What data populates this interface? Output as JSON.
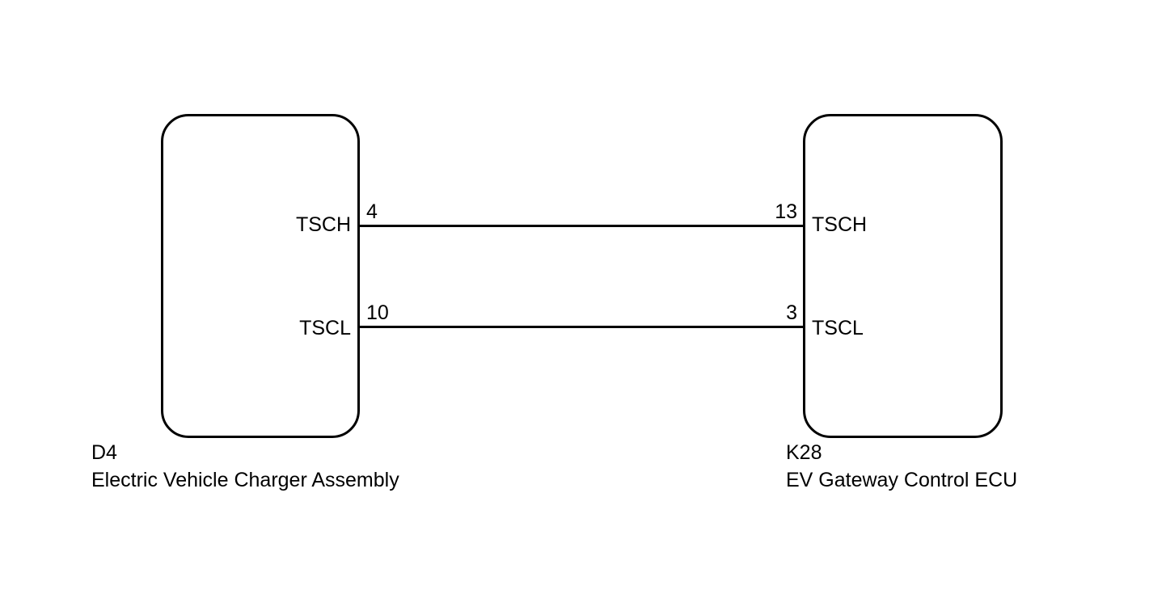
{
  "left_component": {
    "code": "D4",
    "name": "Electric Vehicle Charger Assembly",
    "signals": [
      {
        "label": "TSCH",
        "pin": "4"
      },
      {
        "label": "TSCL",
        "pin": "10"
      }
    ]
  },
  "right_component": {
    "code": "K28",
    "name": "EV Gateway Control ECU",
    "signals": [
      {
        "label": "TSCH",
        "pin": "13"
      },
      {
        "label": "TSCL",
        "pin": "3"
      }
    ]
  },
  "colors": {
    "line": "#000000",
    "background": "#ffffff"
  }
}
